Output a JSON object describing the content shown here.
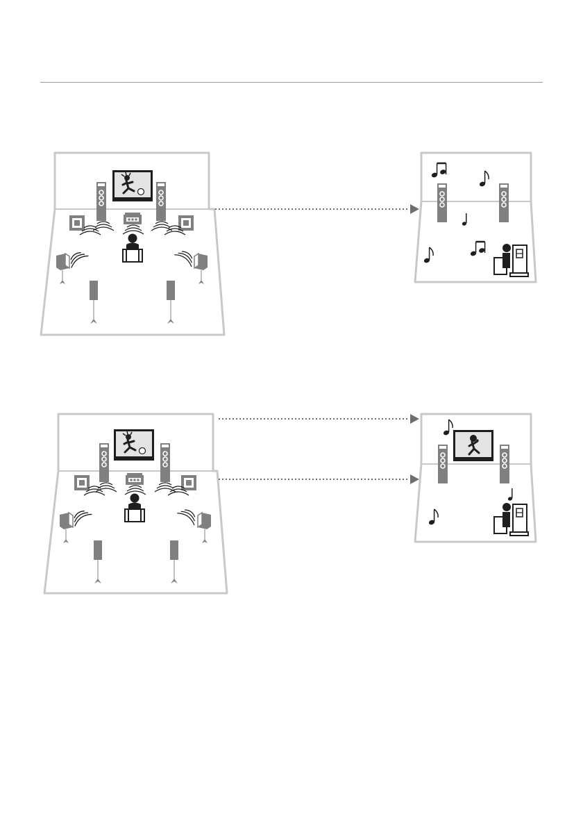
{
  "colors": {
    "room_outline": "#c8c8c8",
    "speaker_fill": "#808080",
    "screen_fill": "#e3e3e3",
    "arrow": "#6e6e6e",
    "ink": "#1e1e1e",
    "rule": "#9a9a9a"
  },
  "diagram_top": {
    "main_room": "home-theater-room",
    "zone_room": "zone-room",
    "zone_content": "music-only",
    "arrows": 1
  },
  "diagram_bottom": {
    "main_room": "home-theater-room",
    "zone_room": "zone-room",
    "zone_content": "video-and-music",
    "arrows": 2
  }
}
